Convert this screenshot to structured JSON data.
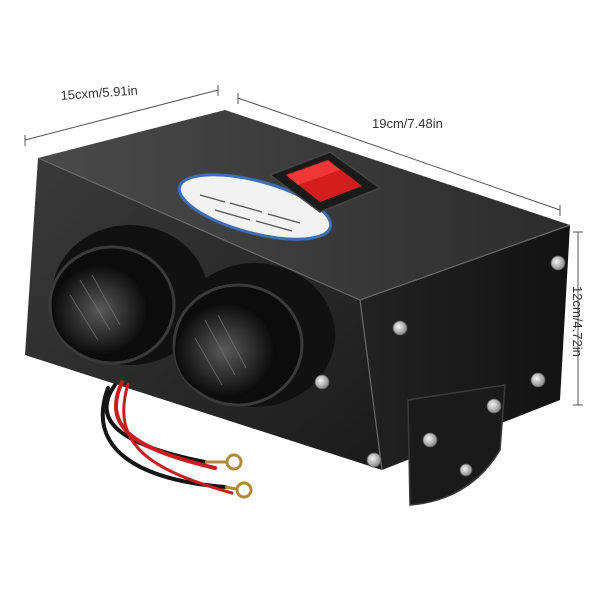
{
  "dimensions": {
    "width_label": "15cxm/5.91in",
    "length_label": "19cm/7.48in",
    "height_label": "12cm/4.72in"
  },
  "colors": {
    "body_front": "#2b2b2b",
    "body_top": "#3a3a3a",
    "body_side": "#1e1e1e",
    "switch": "#d41d1d",
    "wire_red": "#c81d1d",
    "wire_black": "#141414",
    "background": "#ffffff"
  }
}
